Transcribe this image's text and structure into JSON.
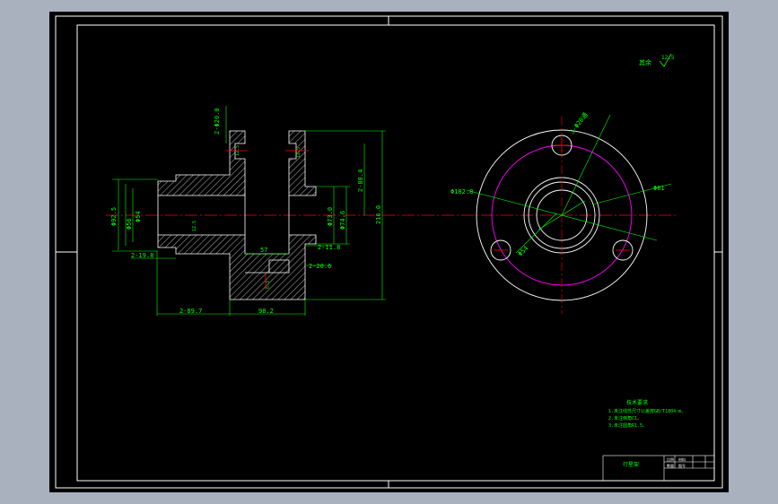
{
  "drawing": {
    "roughness_symbol": "其余",
    "roughness_value": "12.5",
    "dim_left": {
      "top_bore": "2-Φ20.0",
      "outer_dia": "Φ92.5",
      "mid_dia": "Φ56",
      "bore_dia": "Φ54",
      "bottom_left": "2-19.8",
      "bottom_left2": "2-89.7",
      "bottom_mid": "98.2",
      "slot_width": "57",
      "right_small": "2-11.8",
      "right_small2": "2-20.6",
      "right_mid": "Φ73.0",
      "right_mid2": "Φ74.6",
      "right_upper": "2-88.4",
      "overall_height": "216.0",
      "rough_a": "12.5",
      "rough_b": "12.5",
      "rough_c": "12.5",
      "rough_d": "6.3"
    },
    "dim_right": {
      "hole_dia": "3-Φ20通",
      "pcd": "Φ182.8",
      "outer": "Φ81",
      "inner": "Φ54"
    },
    "notes": {
      "title": "技术要求",
      "line1": "1.未注线性尺寸公差按GB/T1804-m。",
      "line2": "2.未注倒角C1。",
      "line3": "3.未注圆角R1.5。"
    },
    "title_block": {
      "part_name": "行星架",
      "cell_a": "比例",
      "cell_b": "材料",
      "cell_c": "数量",
      "cell_d": "图号"
    }
  }
}
